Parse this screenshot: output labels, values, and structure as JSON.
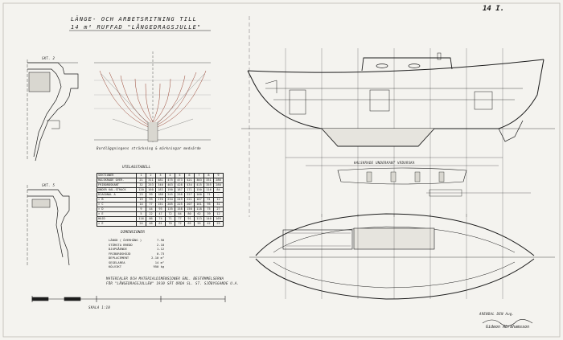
{
  "sheet": {
    "title_line1": "LÄNGE- OCH ARBETSRITNING TILL",
    "title_line2": "14 m² RUFFAD \"LÅNGEDRAGSJULLE\"",
    "sheet_number": "14 I.",
    "section_label_top": "SKT. 2",
    "section_label_bottom": "SKT. 5",
    "body_plan_caption": "Bordläggningens sträckning & märkningar medvärde",
    "offset_table_title": "UTELAGSTABELL",
    "dimensions_title": "DIMENSIONER",
    "profile_caption": "HALSKRADE UNDERKANT VÄDURSKA",
    "scale_label": "SKALA 1:10",
    "signature_place": "ARENDAL DEN Aug.",
    "signature": "Gideon Abrahamsson",
    "notes_line1": "MATERIALER OCH MATERIALDIMENSIONER ENL. BESTÄMMELSERNA",
    "notes_line2": "FÖR \"LÅNGEDRAGSJULLEN\" 1930 SÅT ORDA SL. ST. SJÖBYGGANDE U.A."
  },
  "offset_table": {
    "header": [
      "SEKTIONER",
      "1",
      "2",
      "3",
      "4",
      "5",
      "6",
      "7",
      "8",
      "9"
    ],
    "rows": [
      [
        "HALSKRADE ÖVER.",
        "21",
        "311",
        "481",
        "475",
        "473",
        "421",
        "383",
        "331",
        "286"
      ],
      [
        "FRIBORDSKANT",
        "32",
        "253",
        "340",
        "403",
        "428",
        "434",
        "415",
        "355",
        "280"
      ],
      [
        "UNDER KAL.STRÄCK",
        "120",
        "160",
        "183",
        "190",
        "187",
        "171",
        "150",
        "116",
        "84"
      ],
      [
        "DIAGONAL A",
        "23",
        "99",
        "188",
        "245",
        "258",
        "227",
        "160",
        "71",
        "—"
      ],
      [
        "» B",
        "19",
        "93",
        "176",
        "234",
        "249",
        "221",
        "167",
        "91",
        "12"
      ],
      [
        "» C",
        "14",
        "77",
        "151",
        "205",
        "225",
        "207",
        "161",
        "95",
        "31"
      ],
      [
        "» D",
        "9",
        "44",
        "93",
        "135",
        "158",
        "150",
        "118",
        "75",
        "27"
      ],
      [
        "» E",
        "5",
        "22",
        "47",
        "72",
        "84",
        "80",
        "62",
        "39",
        "12"
      ],
      [
        "HÖJD",
        "116",
        "86",
        "74",
        "71",
        "77",
        "91",
        "113",
        "140",
        "169"
      ],
      [
        "» E",
        "24",
        "46",
        "61",
        "70",
        "72",
        "65",
        "55",
        "42",
        "25"
      ]
    ]
  },
  "dimensions": [
    {
      "label": "LÄNGD ( ÖVERHÄNG )",
      "value": "7.50"
    },
    {
      "label": "STÖRSTA BREDD",
      "value": "2.10"
    },
    {
      "label": "DJUPGÅENDE",
      "value": "1.12"
    },
    {
      "label": "FRIBORDSHÖJD",
      "value": "0.73"
    },
    {
      "label": "DEPLACEMENT",
      "value": "2.10 m³"
    },
    {
      "label": "SEGELAREA",
      "value": "14 m²"
    },
    {
      "label": "KÖLVIKT",
      "value": "950 kg"
    }
  ],
  "colors": {
    "paper": "#f4f3ef",
    "ink": "#1c1c1c",
    "body_plan_ink": "#8b2d1a"
  }
}
